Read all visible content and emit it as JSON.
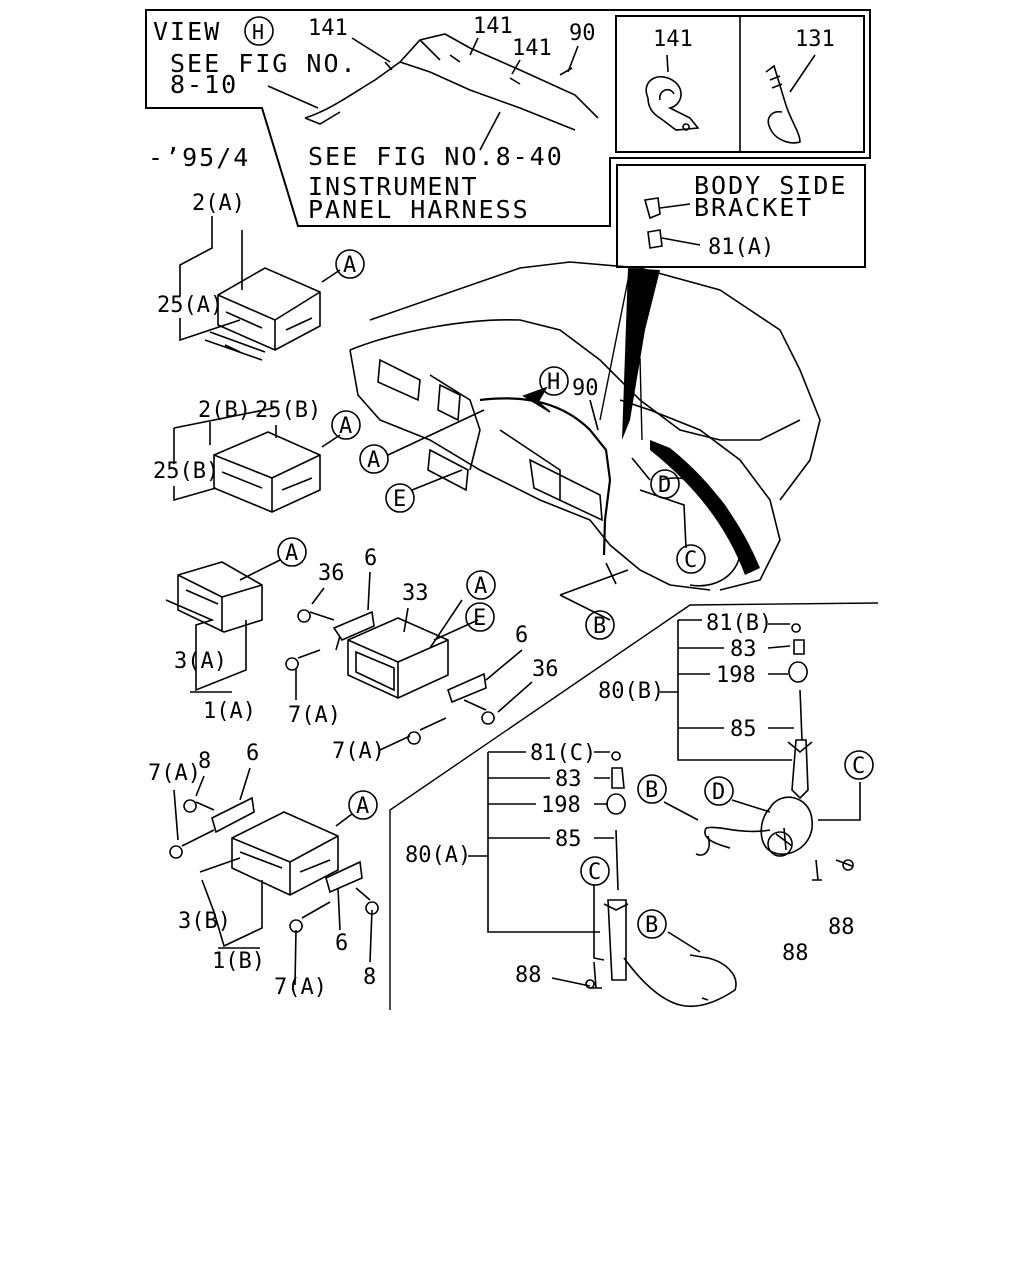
{
  "view_box": {
    "title": "VIEW",
    "title_circle": "H",
    "see_fig_1_line1": "SEE FIG NO.",
    "see_fig_1_line2": "8-10",
    "see_fig_2": "SEE FIG NO.8-40",
    "harness_line1": "INSTRUMENT",
    "harness_line2": "PANEL HARNESS",
    "callouts": [
      "141",
      "141",
      "141",
      "90"
    ]
  },
  "clip_box": {
    "left_label": "141",
    "right_label": "131"
  },
  "bracket_box": {
    "line1": "BODY SIDE",
    "line2": "BRACKET",
    "part": "81(A)"
  },
  "date_label": "-’95/4",
  "radio_parts": {
    "r2a": "2(A)",
    "r25a": "25(A)",
    "r2b": "2(B)",
    "r25b_top": "25(B)",
    "r25b_left": "25(B)",
    "r3a": "3(A)",
    "r1a": "1(A)",
    "p36_top": "36",
    "p6_top": "6",
    "p33": "33",
    "p6_mid": "6",
    "p36_right": "36",
    "p7a_mid": "7(A)",
    "p7a_low": "7(A)",
    "p7a_left": "7(A)",
    "p8_top": "8",
    "p6_bot": "6",
    "r3b": "3(B)",
    "r1b": "1(B)",
    "p7a_bot": "7(A)",
    "p6_bot2": "6",
    "p8_bot": "8"
  },
  "circle_labels": {
    "A": "A",
    "B": "B",
    "C": "C",
    "D": "D",
    "E": "E",
    "H": "H"
  },
  "dash_labels": {
    "p90": "90"
  },
  "antenna_b": {
    "group": "80(B)",
    "items": [
      "81(B)",
      "83",
      "198",
      "85"
    ],
    "bolts": [
      "88",
      "88"
    ]
  },
  "antenna_a": {
    "group": "80(A)",
    "items": [
      "81(C)",
      "83",
      "198",
      "85"
    ],
    "bolt": "88"
  }
}
